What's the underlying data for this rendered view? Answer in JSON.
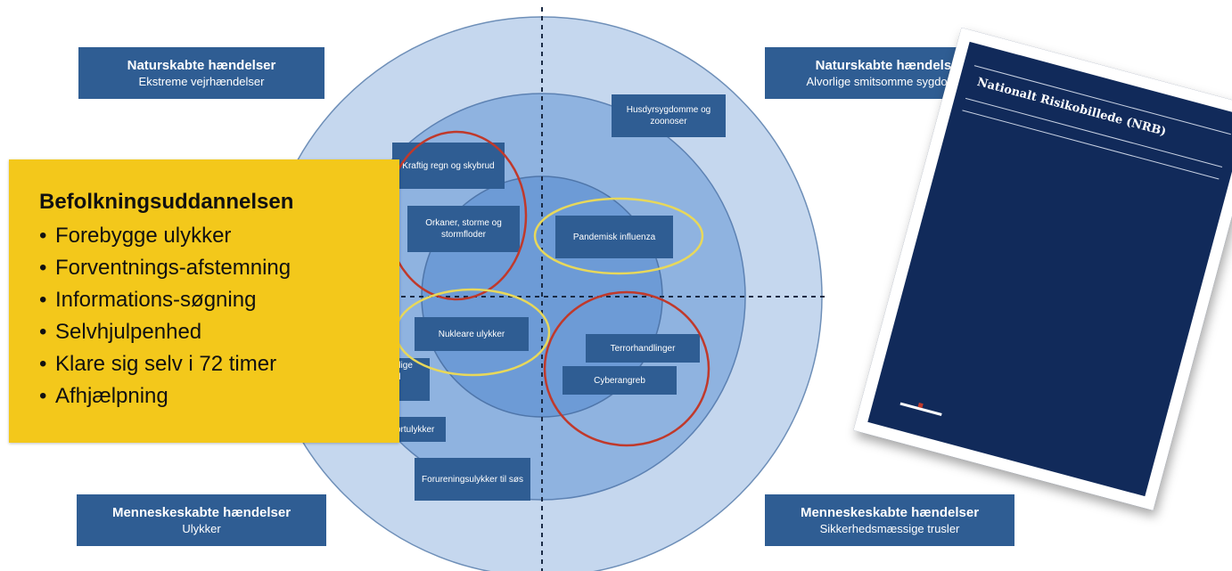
{
  "quadrants": {
    "top_left": {
      "title": "Naturskabte hændelser",
      "subtitle": "Ekstreme vejrhændelser"
    },
    "top_right": {
      "title": "Naturskabte hændelser",
      "subtitle": "Alvorlige smitsomme sygdomme"
    },
    "bottom_left": {
      "title": "Menneskeskabte hændelser",
      "subtitle": "Ulykker"
    },
    "bottom_right": {
      "title": "Menneskeskabte hændelser",
      "subtitle": "Sikkerhedsmæssige trusler"
    }
  },
  "risk_boxes": {
    "dyresygdomme": "Husdyrsygdomme og zoonoser",
    "kraftig_regn": "Kraftig regn og skybrud",
    "orkaner": "Orkaner, storme og stormfloder",
    "pandemi": "Pandemisk influenza",
    "nukleare": "Nukleare ulykker",
    "terror": "Terrorhandlinger",
    "cyber": "Cyberangreb",
    "transport_partial": "ortulykker",
    "farlige_partial": "rlige\nd",
    "forurening": "Forureningsulykker til søs"
  },
  "callout": {
    "title": "Befolkningsuddannelsen",
    "bullet": "•",
    "items": [
      "Forebygge ulykker",
      "Forventnings-afstemning",
      "Informations-søgning",
      "Selvhjulpenhed",
      "Klare sig selv i 72 timer",
      "Afhjælpning"
    ]
  },
  "report_cover": {
    "title": "Nationalt Risikobillede (NRB)"
  },
  "colors": {
    "outer_ring": "#c5d7ee",
    "middle_ring": "#8fb3e0",
    "inner_ring": "#6d9bd6",
    "box_fill": "#2f5d93",
    "callout_fill": "#f3c81b",
    "red_ellipse": "#c0392b",
    "yellow_ellipse": "#e8d85a",
    "cover_fill": "#112a5a"
  }
}
